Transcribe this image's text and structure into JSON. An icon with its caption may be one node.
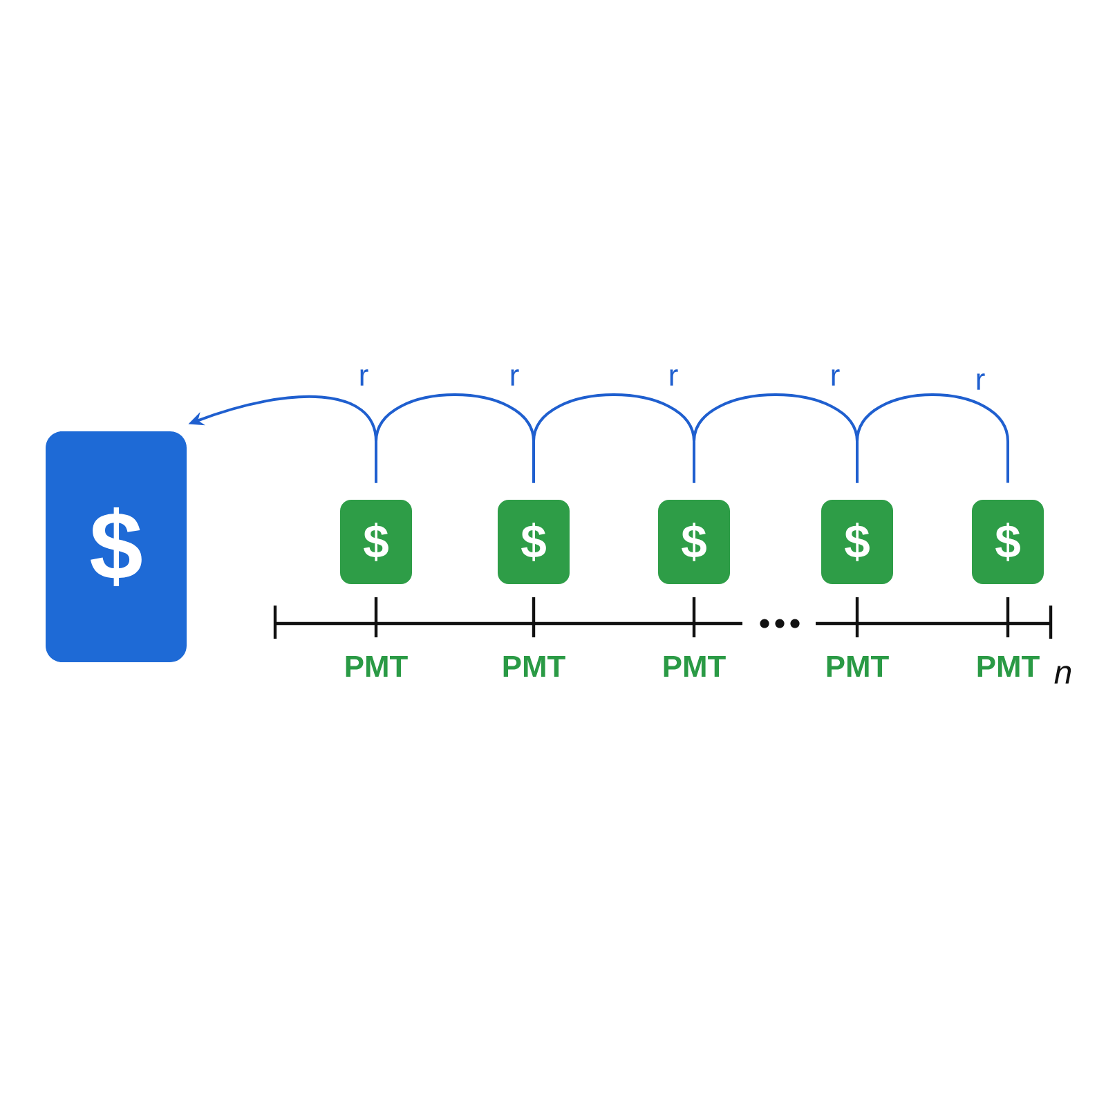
{
  "diagram": {
    "nodes": [
      {
        "text": [
          "$"
        ]
      },
      {
        "text": [
          "$"
        ],
        "beside": [
          "PMT"
        ]
      },
      {
        "text": [
          "$"
        ],
        "beside": [
          "PMT"
        ]
      },
      {
        "text": [
          "$"
        ],
        "beside": [
          "PMT"
        ]
      },
      {
        "text": [
          "$"
        ],
        "beside": [
          "PMT"
        ]
      },
      {
        "text": [
          "$"
        ],
        "beside": [
          "PMT"
        ]
      }
    ],
    "edges": [
      {
        "from": 1,
        "to": 0,
        "arrow": "to",
        "label": "r"
      },
      {
        "from": 2,
        "to": 1,
        "arrow": "none",
        "label": "r"
      },
      {
        "from": 3,
        "to": 2,
        "arrow": "none",
        "label": "r"
      },
      {
        "from": 4,
        "to": 3,
        "arrow": "none",
        "label": "r"
      },
      {
        "from": 5,
        "to": 4,
        "arrow": "none",
        "label": "r"
      }
    ],
    "labels": [
      "n"
    ]
  }
}
